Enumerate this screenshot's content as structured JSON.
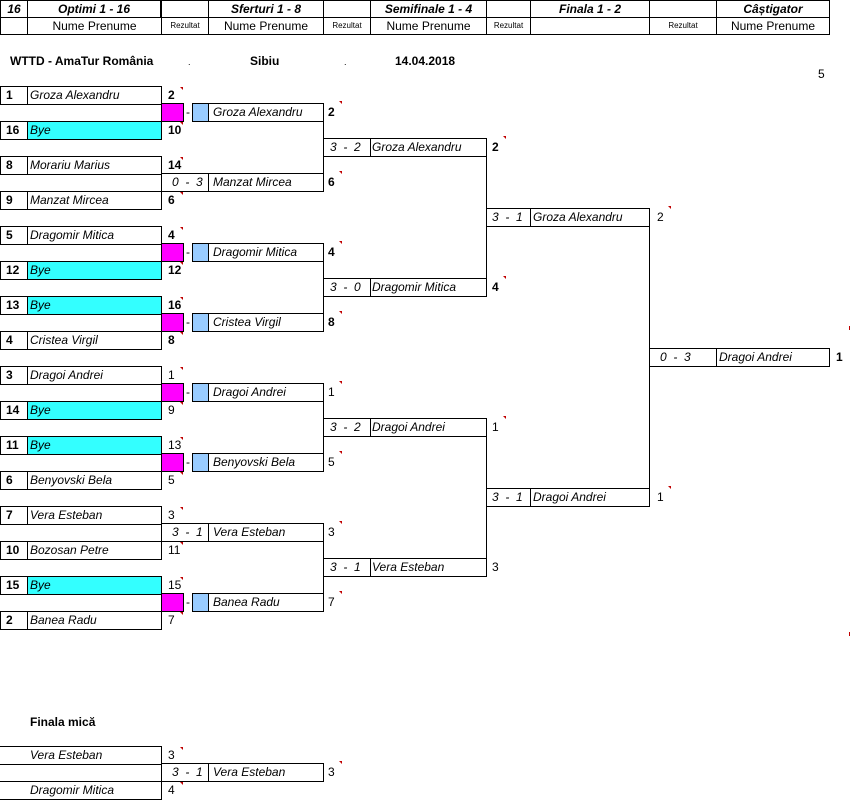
{
  "header": {
    "draw_size": "16",
    "rounds": [
      "Optimi 1 - 16",
      "Sferturi 1 - 8",
      "Semifinale 1 - 4",
      "Finala 1 - 2",
      "Câștigator"
    ],
    "name_label": "Nume Prenume",
    "result_label": "Rezultat"
  },
  "event": {
    "name": "WTTD - AmaTur România",
    "city": "Sibiu",
    "date": "14.04.2018",
    "dot": ".",
    "count": "5"
  },
  "round1": [
    {
      "seed": "1",
      "name": "Groza Alexandru",
      "score": "2",
      "bye": false
    },
    {
      "seed": "16",
      "name": "Bye",
      "score": "10",
      "bye": true
    },
    {
      "seed": "8",
      "name": "Morariu Marius",
      "score": "14",
      "bye": false
    },
    {
      "seed": "9",
      "name": "Manzat Mircea",
      "score": "6",
      "bye": false
    },
    {
      "seed": "5",
      "name": "Dragomir Mitica",
      "score": "4",
      "bye": false
    },
    {
      "seed": "12",
      "name": "Bye",
      "score": "12",
      "bye": true
    },
    {
      "seed": "13",
      "name": "Bye",
      "score": "16",
      "bye": true
    },
    {
      "seed": "4",
      "name": "Cristea Virgil",
      "score": "8",
      "bye": false
    },
    {
      "seed": "3",
      "name": "Dragoi Andrei",
      "score": "1",
      "bye": false
    },
    {
      "seed": "14",
      "name": "Bye",
      "score": "9",
      "bye": true
    },
    {
      "seed": "11",
      "name": "Bye",
      "score": "13",
      "bye": true
    },
    {
      "seed": "6",
      "name": "Benyovski Bela",
      "score": "5",
      "bye": false
    },
    {
      "seed": "7",
      "name": "Vera Esteban",
      "score": "3",
      "bye": false
    },
    {
      "seed": "10",
      "name": "Bozosan Petre",
      "score": "11",
      "bye": false
    },
    {
      "seed": "15",
      "name": "Bye",
      "score": "15",
      "bye": true
    },
    {
      "seed": "2",
      "name": "Banea Radu",
      "score": "7",
      "bye": false
    }
  ],
  "round2": [
    {
      "result": "",
      "name": "Groza Alexandru",
      "score": "2",
      "walkover": true
    },
    {
      "result": "0  -  3",
      "name": "Manzat Mircea",
      "score": "6",
      "walkover": false
    },
    {
      "result": "",
      "name": "Dragomir Mitica",
      "score": "4",
      "walkover": true
    },
    {
      "result": "",
      "name": "Cristea Virgil",
      "score": "8",
      "walkover": true
    },
    {
      "result": "",
      "name": "Dragoi Andrei",
      "score": "1",
      "walkover": true
    },
    {
      "result": "",
      "name": "Benyovski Bela",
      "score": "5",
      "walkover": true
    },
    {
      "result": "3  -  1",
      "name": "Vera Esteban",
      "score": "3",
      "walkover": false
    },
    {
      "result": "",
      "name": "Banea Radu",
      "score": "7",
      "walkover": true
    }
  ],
  "round3": [
    {
      "result": "3  -  2",
      "name": "Groza Alexandru",
      "score": "2"
    },
    {
      "result": "3  -  0",
      "name": "Dragomir Mitica",
      "score": "4"
    },
    {
      "result": "3  -  2",
      "name": "Dragoi Andrei",
      "score": "1"
    },
    {
      "result": "3  -  1",
      "name": "Vera Esteban",
      "score": "3"
    }
  ],
  "round4": [
    {
      "result": "3  -  1",
      "name": "Groza Alexandru",
      "score": "2"
    },
    {
      "result": "3  -  1",
      "name": "Dragoi Andrei",
      "score": "1"
    }
  ],
  "final": {
    "result": "0  -  3",
    "name": "Dragoi Andrei",
    "score": "1"
  },
  "walkover_dash": "-",
  "small_final": {
    "title": "Finala mică",
    "p1": {
      "name": "Vera Esteban",
      "score": "3"
    },
    "p2": {
      "name": "Dragomir Mitica",
      "score": "4"
    },
    "result": "3  -  1",
    "winner": {
      "name": "Vera Esteban",
      "score": "3"
    }
  },
  "colors": {
    "bye": "#33ffff",
    "walkover_left": "#ff00ff",
    "walkover_right": "#99ccff",
    "marker": "#c00000"
  }
}
